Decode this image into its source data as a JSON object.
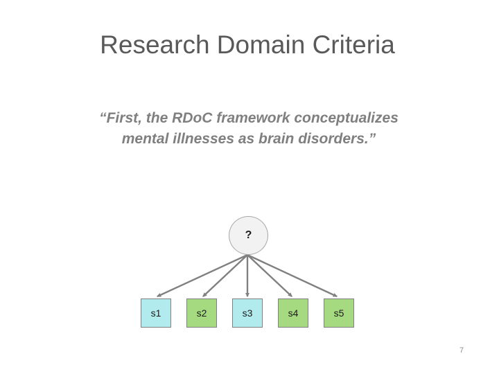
{
  "slide": {
    "title": "Research Domain Criteria",
    "quote": {
      "line1": "“First, the RDoC framework conceptualizes",
      "line2": "mental illnesses as brain disorders.”"
    },
    "page_number": "7"
  },
  "diagram": {
    "latent_node_label": "?",
    "boxes": [
      {
        "label": "s1",
        "color": "#b2ebee"
      },
      {
        "label": "s2",
        "color": "#a6da80"
      },
      {
        "label": "s3",
        "color": "#b2ebee"
      },
      {
        "label": "s4",
        "color": "#a6da80"
      },
      {
        "label": "s5",
        "color": "#a6da80"
      }
    ]
  },
  "colors": {
    "title_text": "#595959",
    "quote_text": "#7f7f7f",
    "connector": "#808080",
    "latent_fill": "#f2f2f2",
    "latent_stroke": "#a6a6a6",
    "box_border": "#7f7f7f",
    "box_label": "#1a1a1a",
    "page_number_text": "#8c8c8c"
  }
}
